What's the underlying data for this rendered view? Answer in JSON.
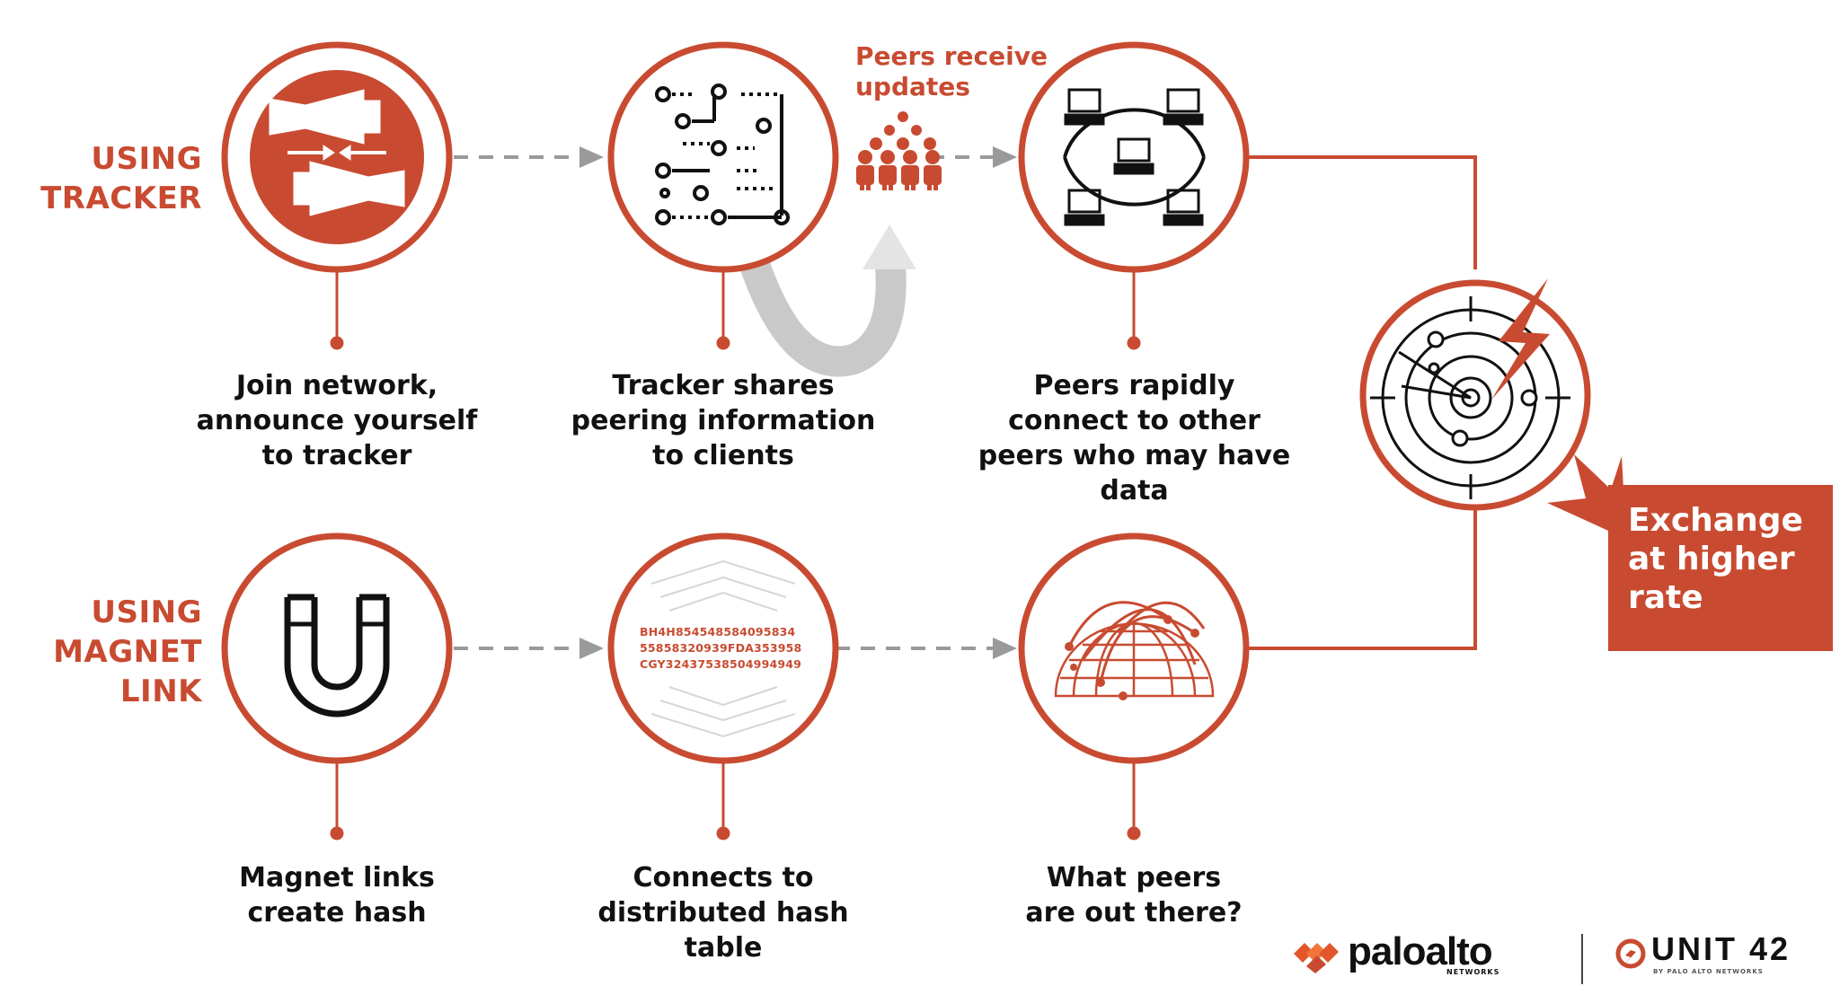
{
  "rows": {
    "tracker_label": "USING\nTRACKER",
    "magnet_label": "USING\nMAGNET\nLINK"
  },
  "captions": {
    "join": "Join network,\nannounce yourself\nto tracker",
    "tracker_shares": "Tracker shares\npeering information\nto clients",
    "peers_rapidly": "Peers rapidly\nconnect to other\npeers who may have\ndata",
    "magnet_links": "Magnet links\ncreate hash",
    "dht": "Connects to\ndistributed hash\ntable",
    "what_peers": "What peers\nare out there?"
  },
  "callouts": {
    "peers_receive": "Peers receive\nupdates"
  },
  "hash_lines": [
    "BH4H854548584095834",
    "55858320939FDA353958",
    "CGY32437538504994949"
  ],
  "exchange": "Exchange\nat higher\nrate",
  "logos": {
    "paloalto": "paloalto",
    "paloalto_sub": "NETWORKS",
    "unit42": "UNIT 42",
    "unit42_sub": "BY PALO ALTO NETWORKS"
  },
  "colors": {
    "accent": "#c84b31",
    "connector_dash": "#9a9a9a",
    "text": "#111111"
  }
}
